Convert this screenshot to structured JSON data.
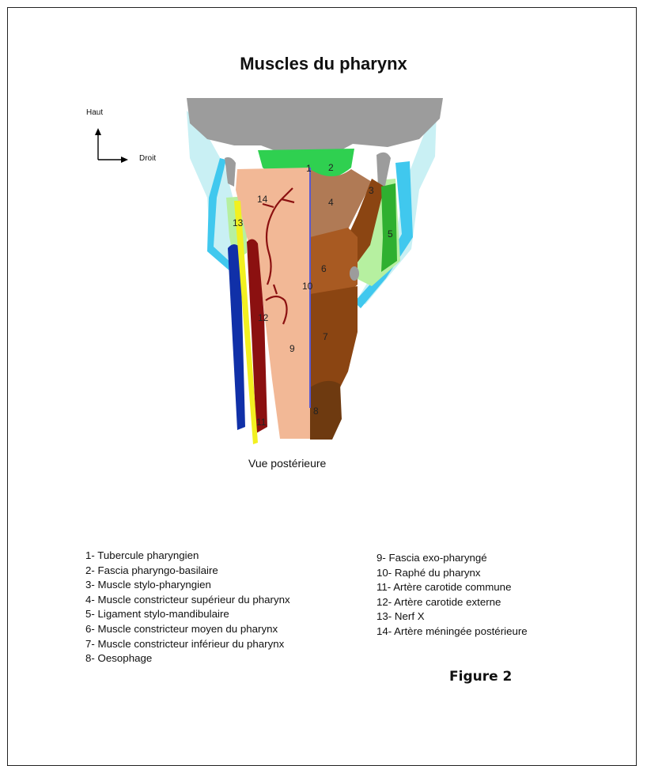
{
  "title": "Muscles du pharynx",
  "orientation": {
    "up": "Haut",
    "right": "Droit"
  },
  "view_label": "Vue postérieure",
  "diagram_numbers": [
    "1",
    "2",
    "3",
    "4",
    "5",
    "6",
    "7",
    "8",
    "9",
    "10",
    "11",
    "12",
    "13",
    "14"
  ],
  "legend_left": [
    "1- Tubercule pharyngien",
    "2- Fascia pharyngo-basilaire",
    "3- Muscle stylo-pharyngien",
    "4- Muscle constricteur supérieur du pharynx",
    "5- Ligament stylo-mandibulaire",
    "6- Muscle constricteur moyen du pharynx",
    "7- Muscle constricteur inférieur du pharynx",
    "8- Oesophage"
  ],
  "legend_right": [
    "9- Fascia exo-pharyngé",
    "10- Raphé du pharynx",
    "11- Artère carotide commune",
    "12- Artère carotide externe",
    "13- Nerf X",
    "14- Artère méningée postérieure"
  ],
  "figure_label": "Figure 2",
  "colors": {
    "skull": "#9c9c9c",
    "fascia": "#2fd050",
    "fascia_exo": "#f2b896",
    "constrictor_sup": "#b07a55",
    "constrictor_mid": "#a85a22",
    "constrictor_inf": "#8b4512",
    "oesophagus": "#6e3a10",
    "ligament": "#40c8ee",
    "light_fascia": "#c9f0f4",
    "light_green": "#b6f0a0",
    "artery": "#8b1010",
    "vein": "#1030a8",
    "nerve": "#f2f020",
    "raphe": "#5a5ad0"
  }
}
